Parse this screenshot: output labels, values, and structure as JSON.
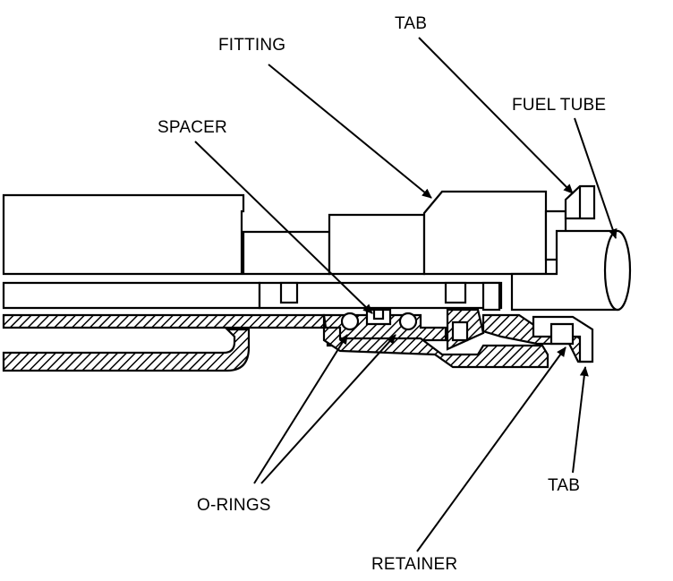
{
  "labels": {
    "tab_top": "TAB",
    "fitting": "FITTING",
    "fuel_tube": "FUEL TUBE",
    "spacer": "SPACER",
    "o_rings": "O-RINGS",
    "tab_bottom": "TAB",
    "retainer": "RETAINER"
  },
  "colors": {
    "ink": "#000000",
    "paper": "#ffffff"
  }
}
